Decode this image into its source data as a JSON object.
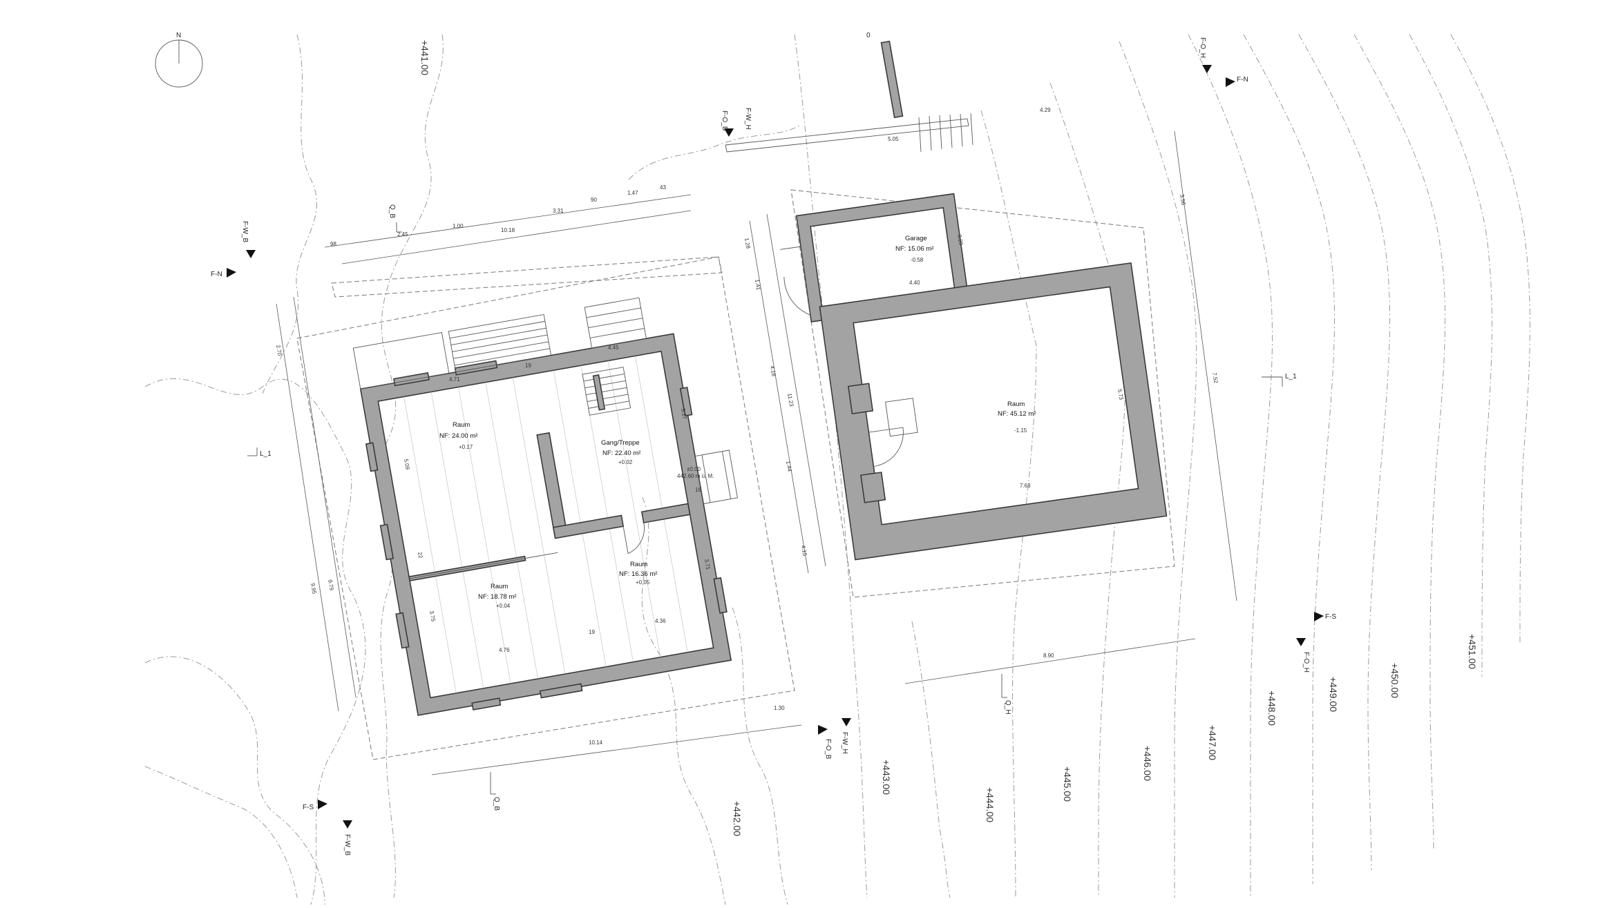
{
  "north_arrow": {
    "label": "N"
  },
  "elevations": [
    "+441.00",
    "+442.00",
    "+443.00",
    "+444.00",
    "+445.00",
    "+446.00",
    "+447.00",
    "+448.00",
    "+449.00",
    "+450.00",
    "+451.00"
  ],
  "section_markers": {
    "f_n": "F-N",
    "f_s": "F-S",
    "f_w_b": "F-W_B",
    "f_w_h": "F-W_H",
    "f_o_b": "F-O_B",
    "f_o_h": "F-O_H",
    "q_b": "Q_B",
    "q_h": "Q_H",
    "l_1": "L_1"
  },
  "house": {
    "rooms": [
      {
        "name": "Raum",
        "area": "NF: 24.00 m²",
        "level": "+0.17"
      },
      {
        "name": "Gang/Treppe",
        "area": "NF: 22.40 m²",
        "level": "+0.02"
      },
      {
        "name": "Raum",
        "area": "NF: 18.78 m²",
        "level": "+0.04"
      },
      {
        "name": "Raum",
        "area": "NF: 16.36 m²",
        "level": "+0.05"
      }
    ],
    "reference_level": "±0.00",
    "reference_height": "442.60 m ü. M."
  },
  "annex": {
    "rooms": [
      {
        "name": "Garage",
        "area": "NF: 15.06 m²",
        "level": "-0.58"
      },
      {
        "name": "Raum",
        "area": "NF: 45.12 m²",
        "level": "-1.15"
      }
    ]
  },
  "dimensions": {
    "top_chain": [
      "98",
      "2.45",
      "1.00",
      "3.31",
      "90",
      "1.47",
      "43"
    ],
    "top_total": "10.18",
    "left_outer": "9.95",
    "left_inner": "9.79",
    "left_top": "2.70",
    "right_outer": "11.23",
    "right_a": "1.28",
    "right_b": "1.41",
    "right_c": "4.18",
    "right_d": "1.44",
    "right_e": "4.15",
    "bottom_total": "10.14",
    "bottom_b": "1.30",
    "room_a_w": "4.71",
    "room_a_h": "5.09",
    "room_b_w": "4.76",
    "room_b_h": "3.75",
    "room_b_h2": "22",
    "room_c_w": "4.36",
    "room_c_h": "3.71",
    "stair_a": "19",
    "stair_b": "19",
    "hall_w": "5.17",
    "hall_d": "16",
    "stair_w": "4.45",
    "garage_w": "4.40",
    "garage_h": "3.29",
    "annex_room_w": "7.63",
    "annex_room_h": "5.73",
    "annex_total_w": "8.90",
    "annex_total_h": "7.52",
    "path_a": "4.29",
    "path_b": "5.05",
    "path_c": "3.56",
    "path_zero": "0"
  }
}
